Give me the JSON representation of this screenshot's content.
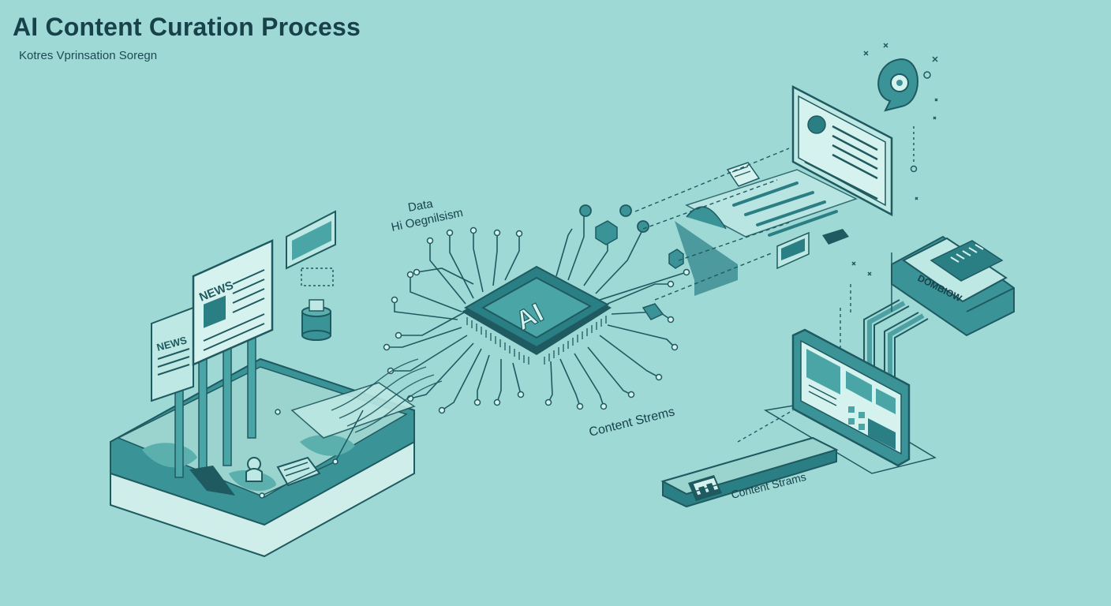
{
  "header": {
    "title": "AI Content Curation Process",
    "subtitle": "Kotres Vprinsation Soregn"
  },
  "labels": {
    "news_primary": "NEWS",
    "news_secondary": "NEWS",
    "data_line1": "Data",
    "data_line2": "Hi Oegnilsism",
    "ai_chip": "AI",
    "content_streams_center": "Content Strems",
    "content_streams_card": "Content Strams",
    "server_label": "DOMBIOW"
  },
  "colors": {
    "background": "#9ed9d6",
    "teal_dark": "#2a7f84",
    "teal_mid": "#4aa5a6",
    "teal_light": "#bde8e3",
    "line": "#1f5a60",
    "text_dark": "#17424a"
  },
  "icons": {
    "chip": "ai-chip-icon",
    "gear_bubble": "gear-speech-bubble-icon",
    "person": "person-icon",
    "document": "document-icon",
    "cube": "cube-icon",
    "server": "server-icon"
  }
}
